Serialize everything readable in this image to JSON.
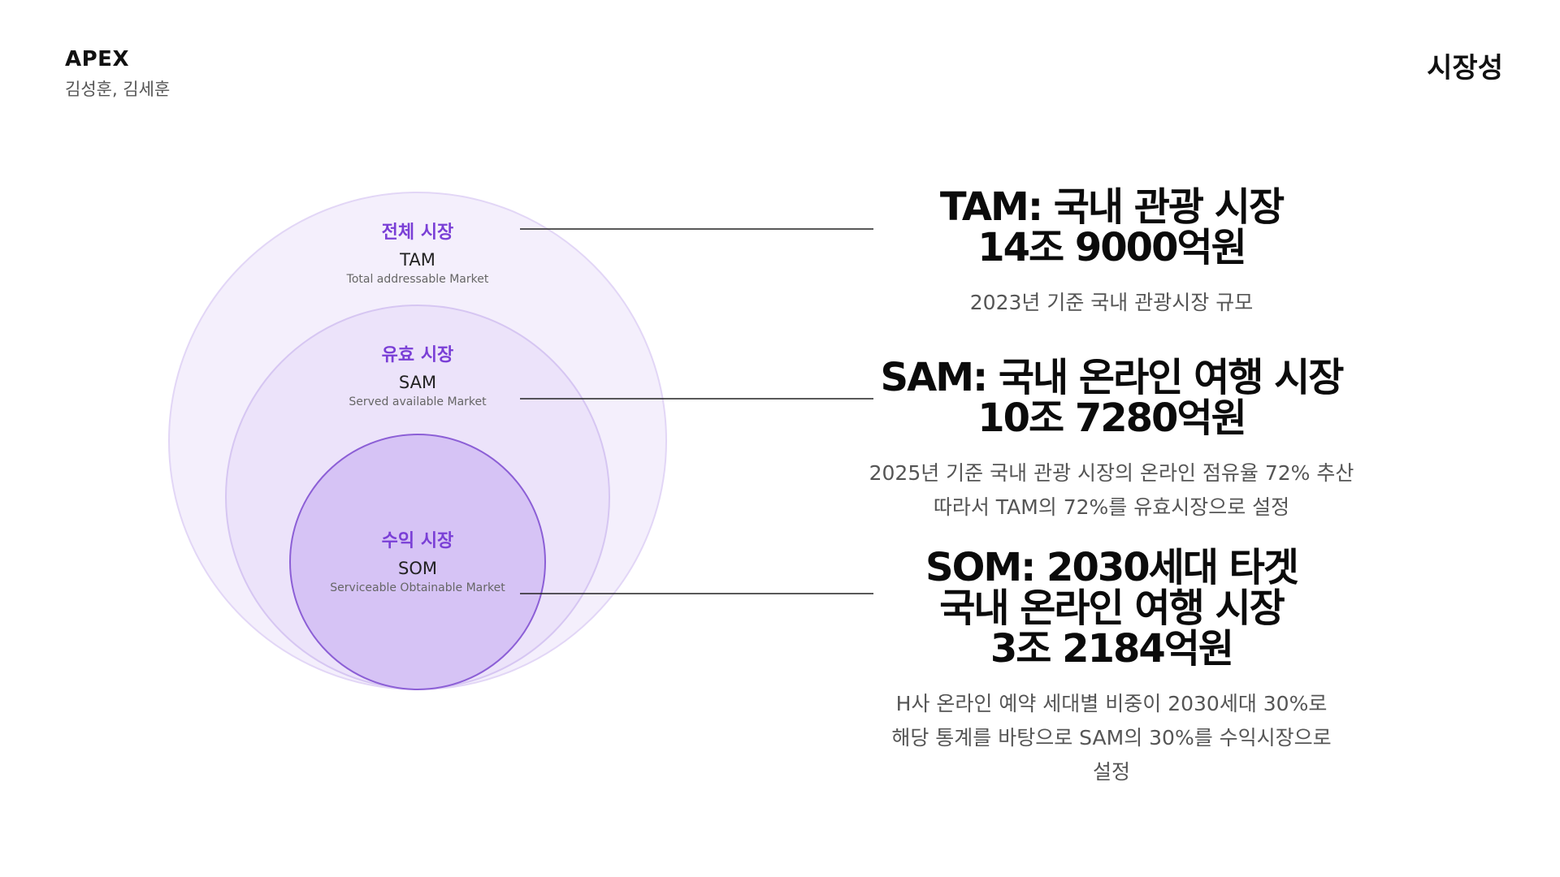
{
  "header": {
    "brand": "APEX",
    "authors": "김성훈, 김세훈",
    "section_title": "시장성"
  },
  "circles": {
    "tam": {
      "label_ko": "전체 시장",
      "abbr": "TAM",
      "full": "Total addressable Market"
    },
    "sam": {
      "label_ko": "유효 시장",
      "abbr": "SAM",
      "full": "Served available Market"
    },
    "som": {
      "label_ko": "수익 시장",
      "abbr": "SOM",
      "full": "Serviceable Obtainable Market"
    }
  },
  "blocks": {
    "tam": {
      "lines": [
        "TAM: 국내 관광 시장",
        "14조 9000억원"
      ],
      "desc": [
        "2023년 기준 국내 관광시장 규모"
      ]
    },
    "sam": {
      "lines": [
        "SAM: 국내 온라인 여행 시장",
        "10조 7280억원"
      ],
      "desc": [
        "2025년 기준 국내 관광 시장의 온라인 점유율 72% 추산",
        "따라서 TAM의 72%를 유효시장으로 설정"
      ]
    },
    "som": {
      "lines": [
        "SOM: 2030세대 타겟",
        "국내 온라인 여행 시장",
        "3조 2184억원"
      ],
      "desc": [
        "H사 온라인 예약 세대별 비중이 2030세대 30%로",
        "해당 통계를 바탕으로 SAM의 30%를 수익시장으로",
        "설정"
      ]
    }
  },
  "colors": {
    "tam_fill": "#f4effc",
    "sam_fill": "#ece3fa",
    "som_fill": "#d6c3f5",
    "accent": "#7a3fd6"
  }
}
